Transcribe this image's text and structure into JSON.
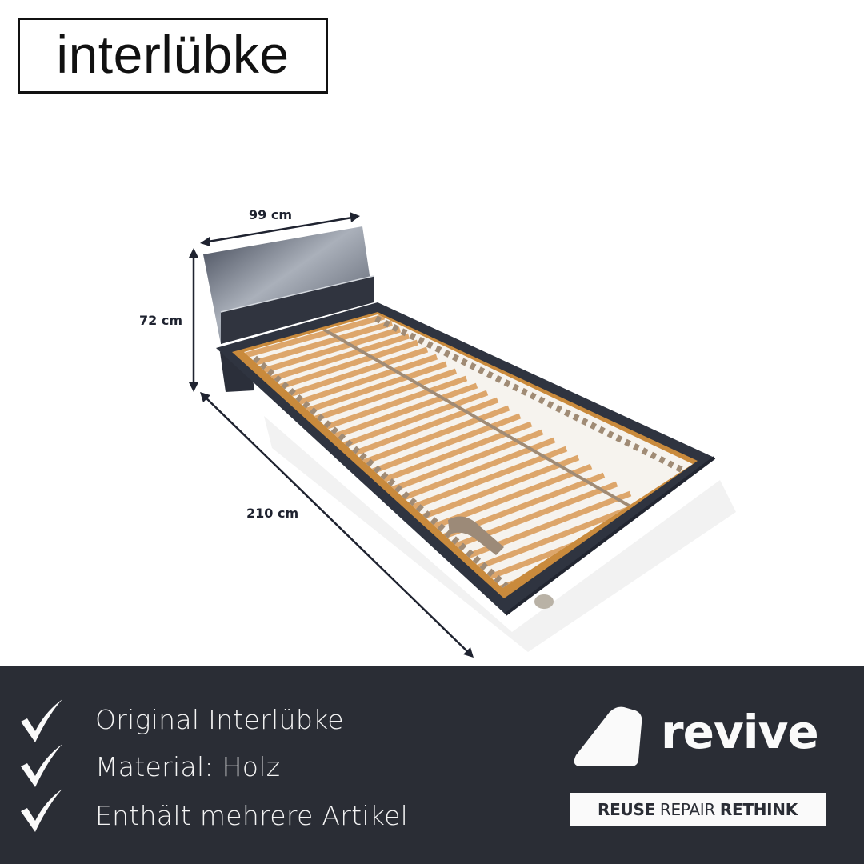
{
  "brand": {
    "name": "interlübke"
  },
  "product_image": {
    "subject": "single bed with slatted frame and headboard",
    "colors": {
      "frame": "#2f3440",
      "headboard": "#3a3f4c",
      "slats": "#d9a066",
      "inner_frame": "#c98a3c",
      "background": "#ffffff"
    }
  },
  "dimensions": {
    "width": "99 cm",
    "height": "72 cm",
    "length": "210 cm"
  },
  "features": [
    {
      "icon": "checkmark-icon",
      "label": "Original Interlübke"
    },
    {
      "icon": "checkmark-icon",
      "label": "Material: Holz"
    },
    {
      "icon": "checkmark-icon",
      "label": "Enthält mehrere Artikel"
    }
  ],
  "seller": {
    "logo_text": "revive",
    "tagline": {
      "part1": "REUSE",
      "part2": "REPAIR",
      "part3": "RETHINK"
    }
  },
  "colors": {
    "panel_background": "#2a2d35",
    "panel_text": "#f4f4f4",
    "dimension_text": "#1f2330"
  }
}
